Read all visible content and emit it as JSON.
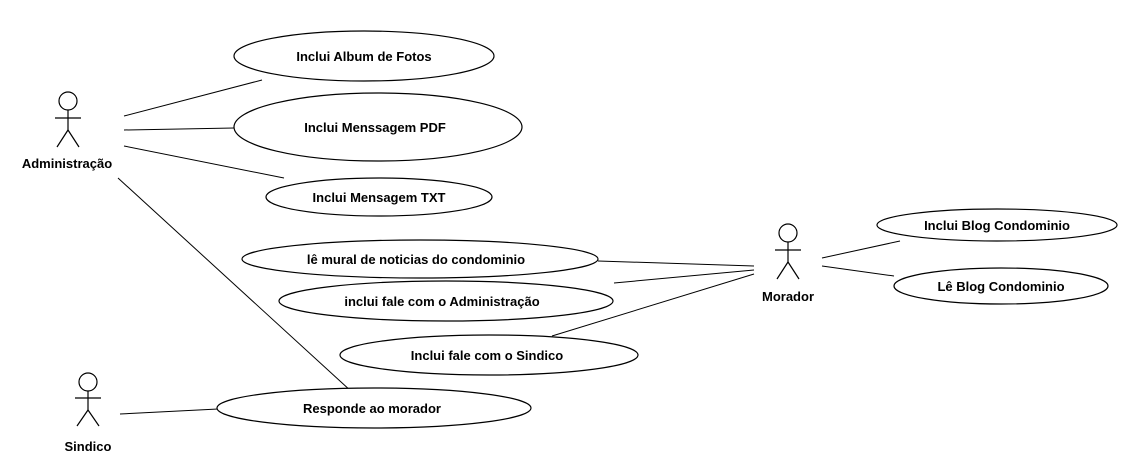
{
  "actors": {
    "administracao": "Administração",
    "morador": "Morador",
    "sindico": "Sindico"
  },
  "use_cases": {
    "album": "Inclui Album de Fotos",
    "pdf": "Inclui Menssagem PDF",
    "txt": "Inclui Mensagem TXT",
    "mural": "lê mural de noticias do condominio",
    "fale_admin": "inclui fale com o Administração",
    "fale_sindico": "Inclui fale com o Sindico",
    "responde": "Responde ao morador",
    "blog_inclui": "Inclui Blog Condominio",
    "blog_le": "Lê Blog Condominio"
  }
}
